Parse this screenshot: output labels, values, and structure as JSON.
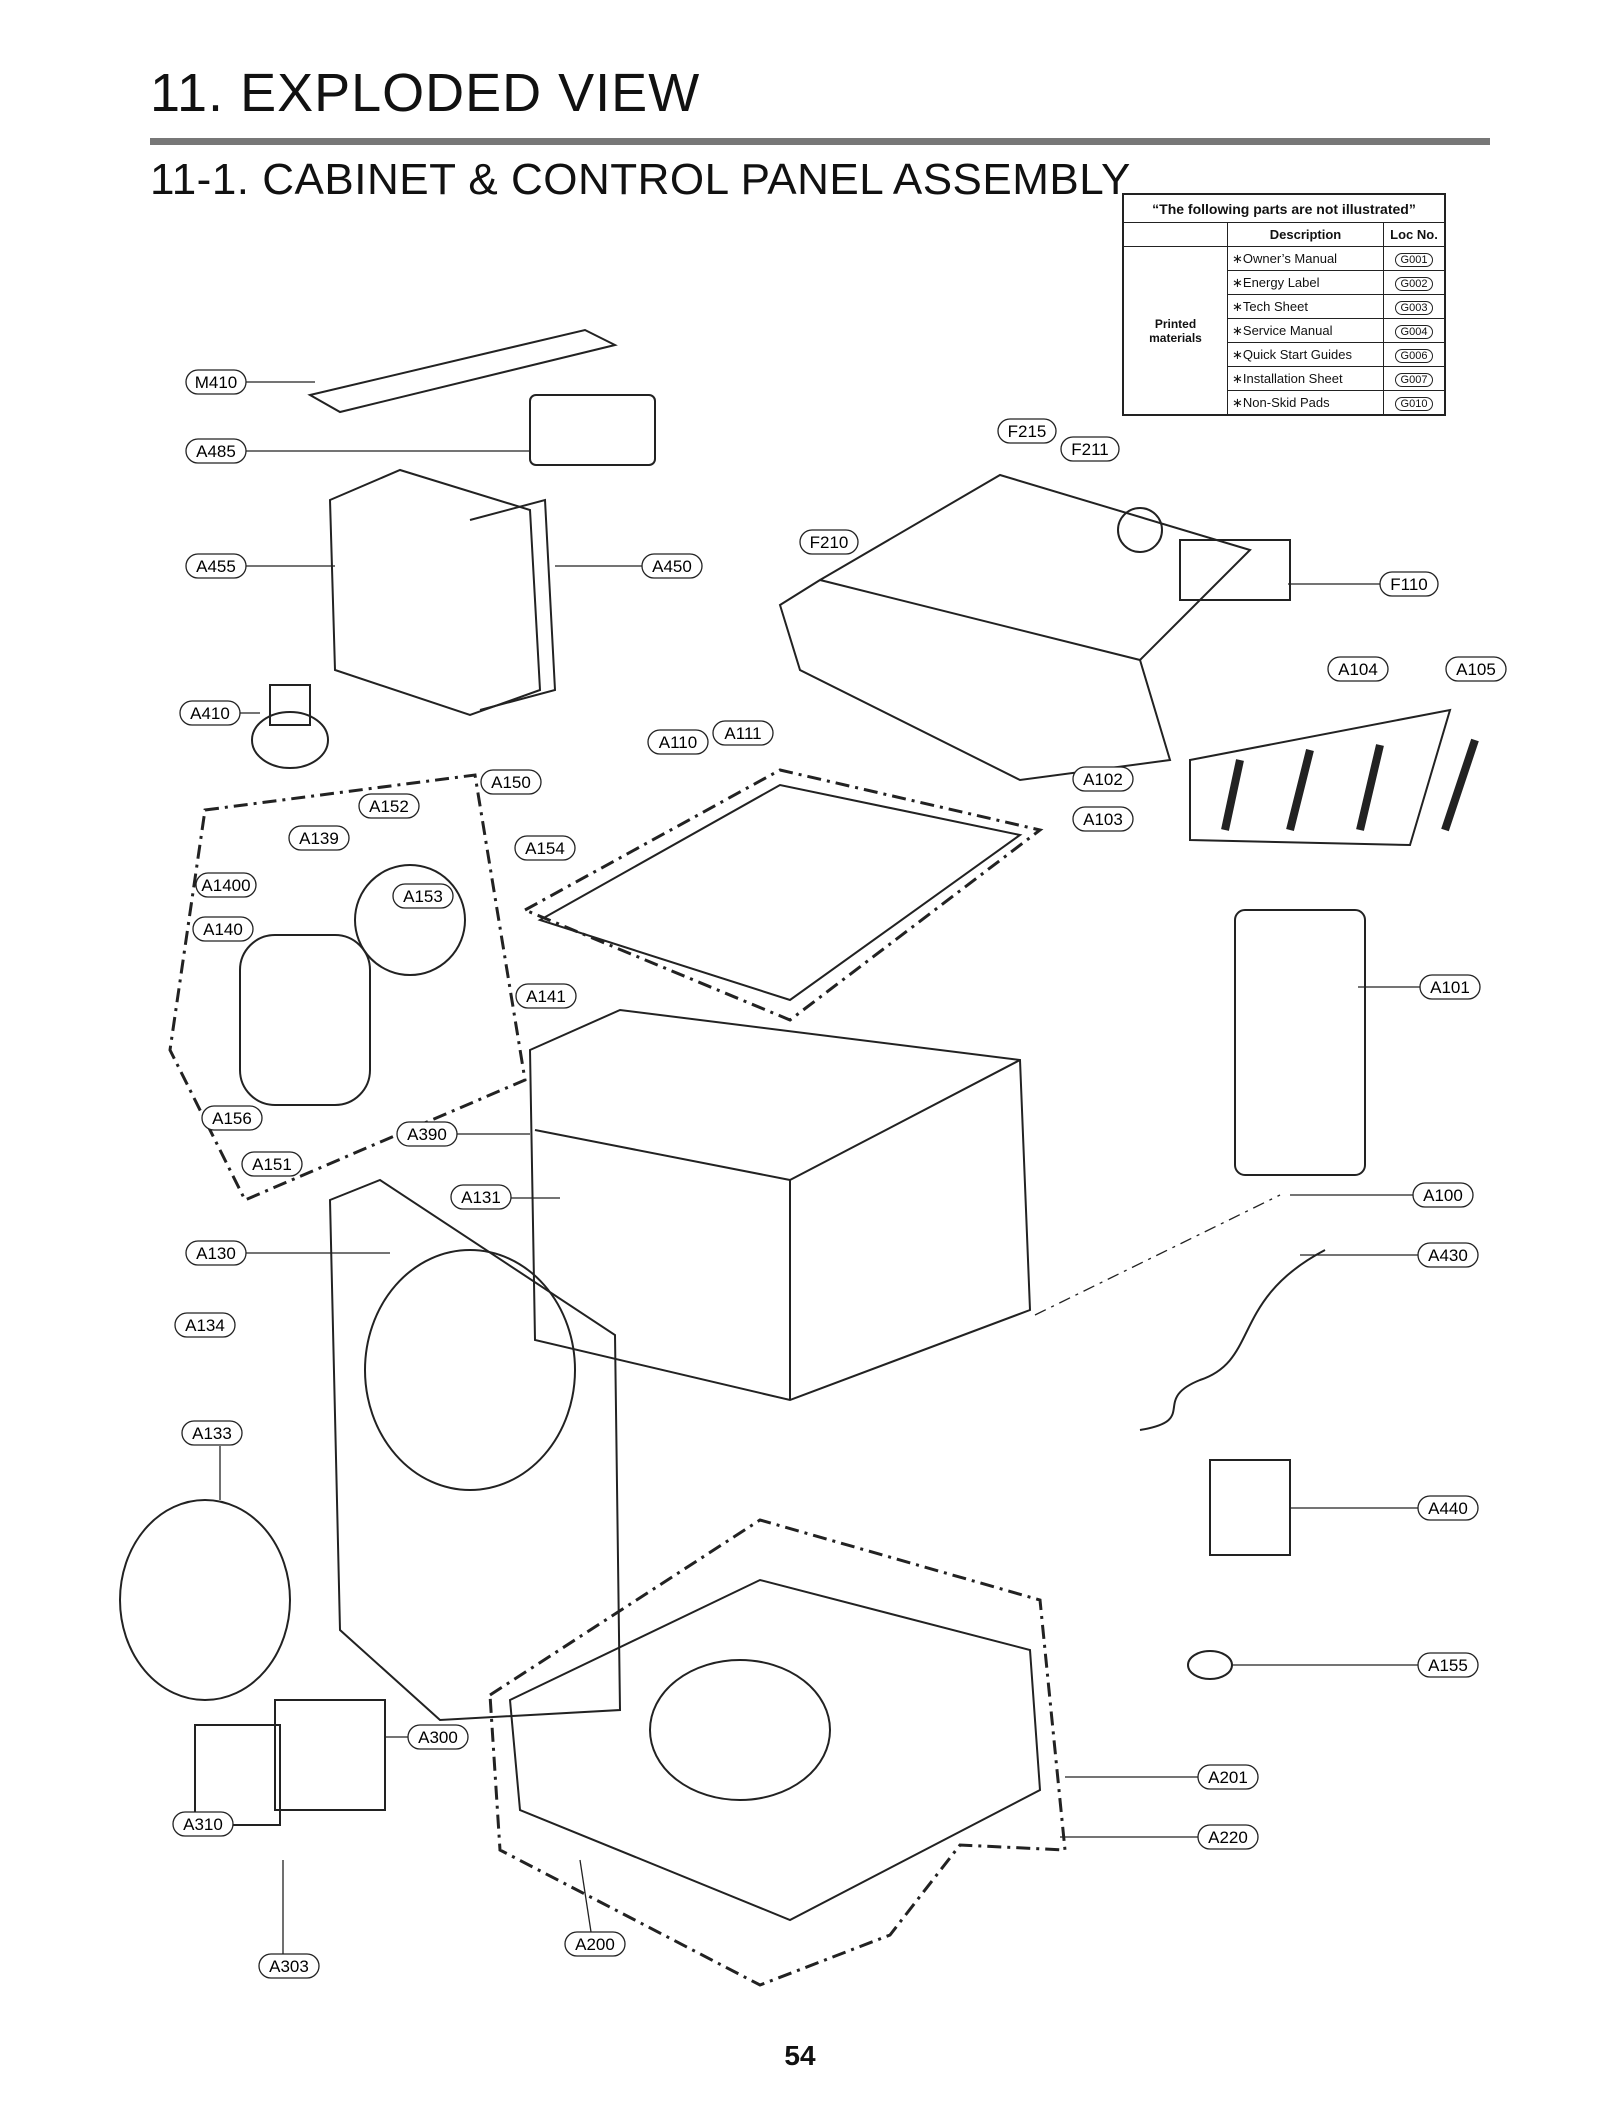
{
  "header": {
    "title": "11. EXPLODED VIEW",
    "subtitle": "11-1. CABINET  & CONTROL PANEL ASSEMBLY"
  },
  "not_illustrated": {
    "caption": "“The following parts are not illustrated”",
    "col_description": "Description",
    "col_loc": "Loc No.",
    "category": "Printed materials",
    "rows": [
      {
        "desc": "∗Owner’s Manual",
        "loc": "G001"
      },
      {
        "desc": "∗Energy Label",
        "loc": "G002"
      },
      {
        "desc": "∗Tech Sheet",
        "loc": "G003"
      },
      {
        "desc": "∗Service Manual",
        "loc": "G004"
      },
      {
        "desc": "∗Quick Start Guides",
        "loc": "G006"
      },
      {
        "desc": "∗Installation Sheet",
        "loc": "G007"
      },
      {
        "desc": "∗Non-Skid Pads",
        "loc": "G010"
      }
    ]
  },
  "labels": {
    "M410": "M410",
    "A485": "A485",
    "A455": "A455",
    "A450": "A450",
    "A410": "A410",
    "F215": "F215",
    "F211": "F211",
    "F210": "F210",
    "F110": "F110",
    "A104": "A104",
    "A105": "A105",
    "A110": "A110",
    "A111": "A111",
    "A102": "A102",
    "A103": "A103",
    "A150": "A150",
    "A152": "A152",
    "A154": "A154",
    "A139": "A139",
    "A1400": "A1400",
    "A153": "A153",
    "A140": "A140",
    "A141": "A141",
    "A101": "A101",
    "A156": "A156",
    "A390": "A390",
    "A151": "A151",
    "A131": "A131",
    "A100": "A100",
    "A130": "A130",
    "A430": "A430",
    "A134": "A134",
    "A133": "A133",
    "A440": "A440",
    "A155": "A155",
    "A300": "A300",
    "A201": "A201",
    "A310": "A310",
    "A220": "A220",
    "A303": "A303",
    "A200": "A200"
  },
  "page_number": "54"
}
